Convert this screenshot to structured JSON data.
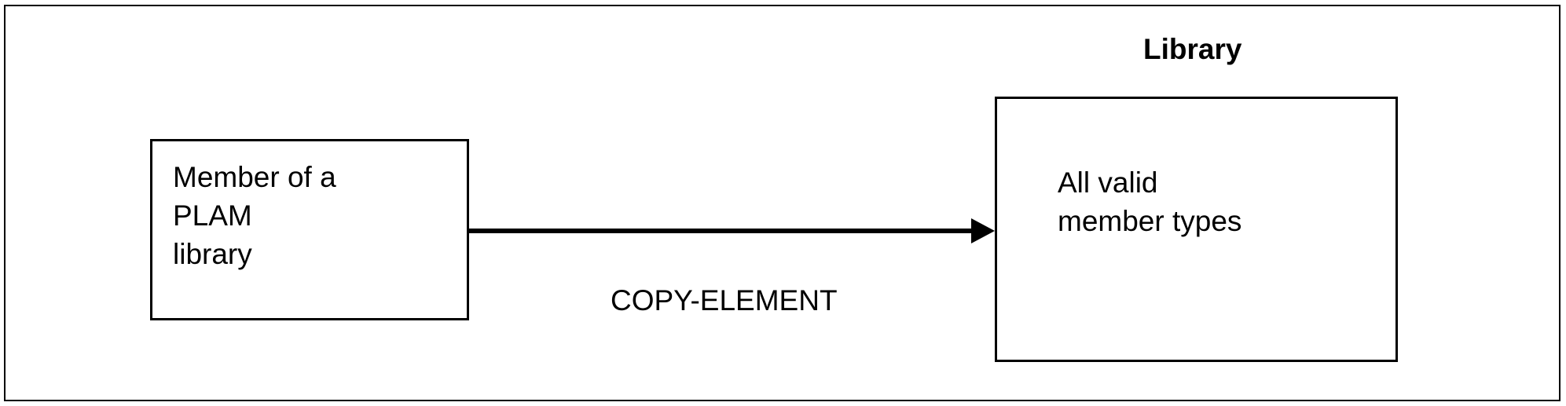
{
  "diagram": {
    "library_title": "Library",
    "source_box": {
      "lines": [
        "Member of a",
        "PLAM",
        "library"
      ]
    },
    "target_box": {
      "lines": [
        "All valid",
        "member types"
      ]
    },
    "edge": {
      "label": "COPY-ELEMENT",
      "from": "source_box",
      "to": "target_box"
    }
  }
}
